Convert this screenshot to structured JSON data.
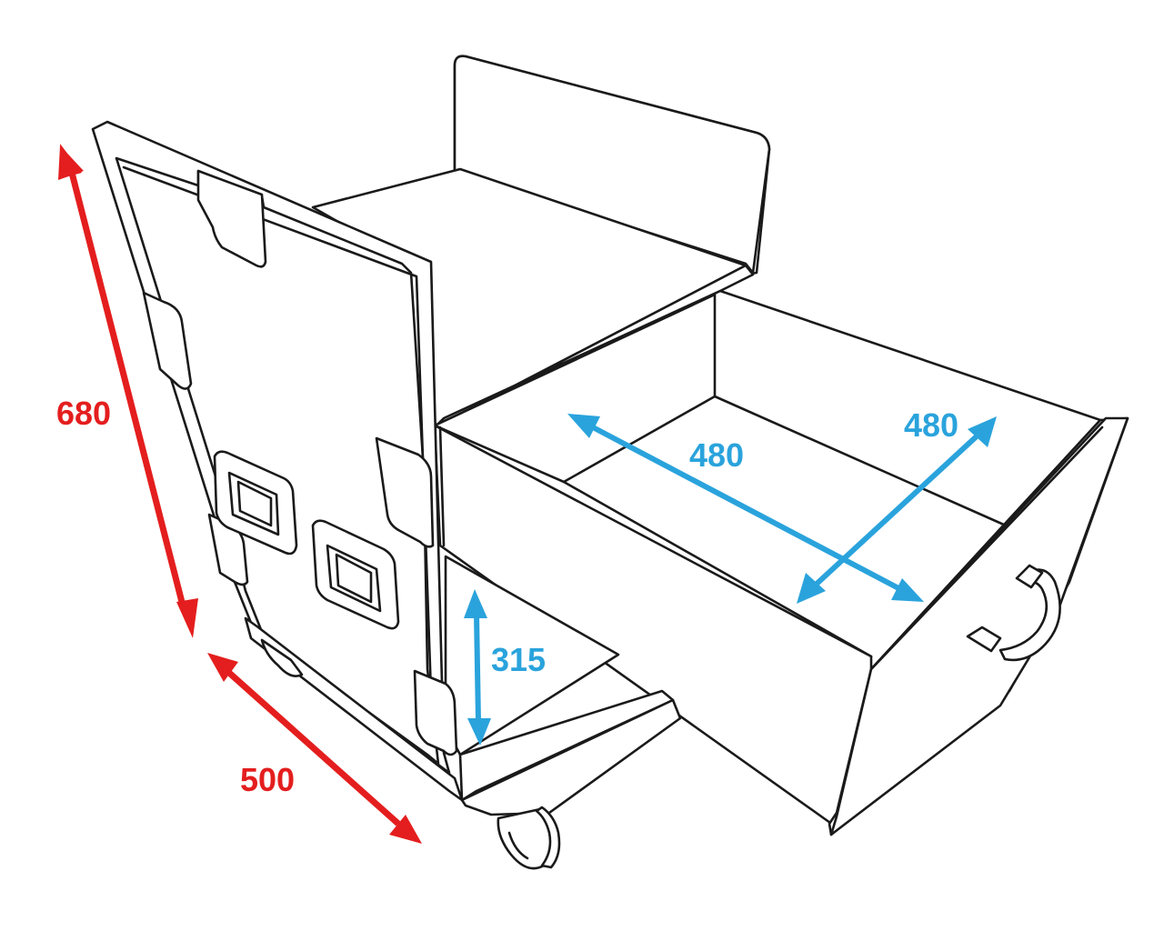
{
  "colors": {
    "outline": "#1a1a1a",
    "outer_dimension": "#e41e1e",
    "inner_dimension": "#2aa3dc",
    "background": "#ffffff"
  },
  "dimensions": {
    "height": {
      "label": "680",
      "unit_hint": "mm"
    },
    "depth": {
      "label": "500",
      "unit_hint": "mm"
    },
    "drawer_width": {
      "label": "480"
    },
    "drawer_depth": {
      "label": "480"
    },
    "lower_clearance": {
      "label": "315"
    }
  }
}
